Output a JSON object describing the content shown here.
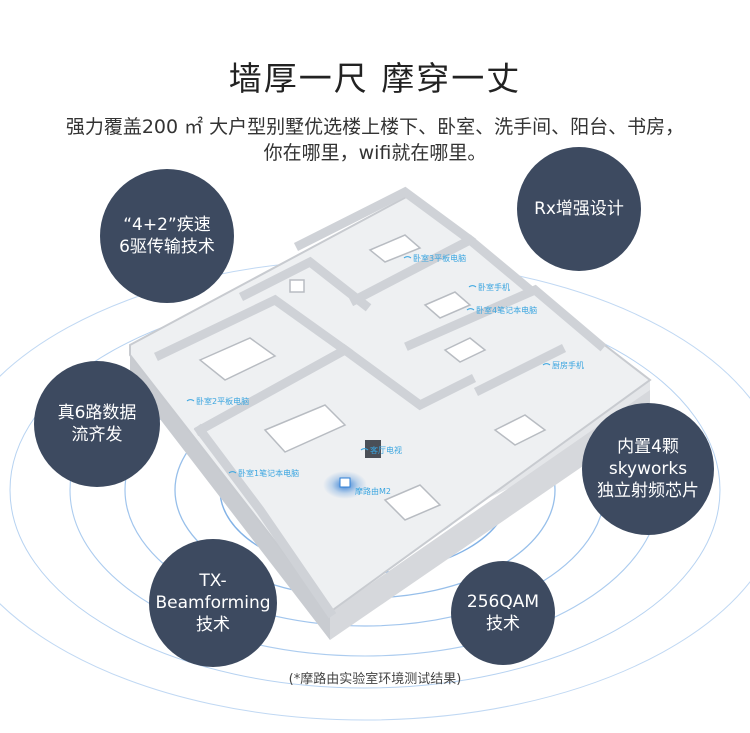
{
  "header": {
    "title": "墙厚一尺  摩穿一丈",
    "subtitle_line1": "强力覆盖200 ㎡ 大户型别墅优选楼上楼下、卧室、洗手间、阳台、书房，",
    "subtitle_line2": "你在哪里，wifi就在哪里。"
  },
  "features": [
    {
      "lines": [
        "“4+2”疾速",
        "6驱传输技术"
      ]
    },
    {
      "lines": [
        "Rx增强设计"
      ]
    },
    {
      "lines": [
        "真6路数据",
        "流齐发"
      ]
    },
    {
      "lines": [
        "内置4颗",
        "skyworks",
        "独立射频芯片"
      ]
    },
    {
      "lines": [
        "TX-",
        "Beamforming",
        "技术"
      ]
    },
    {
      "lines": [
        "256QAM",
        "技术"
      ]
    }
  ],
  "room_labels": [
    "卧室3平板电脑",
    "卧室手机",
    "卧室4笔记本电脑",
    "卧室2平板电脑",
    "厨房手机",
    "客厅电视",
    "卧室1笔记本电脑",
    "摩路由M2"
  ],
  "footnote": "(*摩路由实验室环境测试结果)",
  "colors": {
    "bubble": "#3d4a60",
    "wave": "#2f7fd6",
    "label": "#3aa5e0",
    "wall": "#d9dbdf",
    "floor": "#eceef0"
  }
}
